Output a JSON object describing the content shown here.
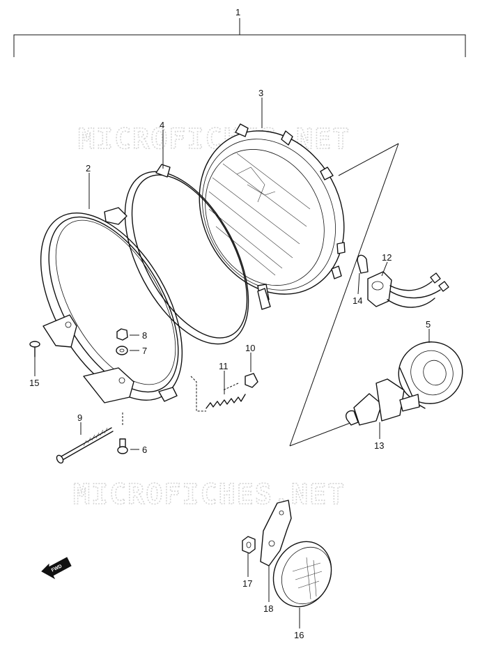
{
  "watermark": "MICROFICHES.NET",
  "direction_badge": "FWD",
  "callouts": [
    {
      "id": "1",
      "label": "1"
    },
    {
      "id": "2",
      "label": "2"
    },
    {
      "id": "3",
      "label": "3"
    },
    {
      "id": "4",
      "label": "4"
    },
    {
      "id": "5",
      "label": "5"
    },
    {
      "id": "6",
      "label": "6"
    },
    {
      "id": "7",
      "label": "7"
    },
    {
      "id": "8",
      "label": "8"
    },
    {
      "id": "9",
      "label": "9"
    },
    {
      "id": "10",
      "label": "10"
    },
    {
      "id": "11",
      "label": "11"
    },
    {
      "id": "12",
      "label": "12"
    },
    {
      "id": "13",
      "label": "13"
    },
    {
      "id": "14",
      "label": "14"
    },
    {
      "id": "15",
      "label": "15"
    },
    {
      "id": "16",
      "label": "16"
    },
    {
      "id": "17",
      "label": "17"
    },
    {
      "id": "18",
      "label": "18"
    }
  ]
}
